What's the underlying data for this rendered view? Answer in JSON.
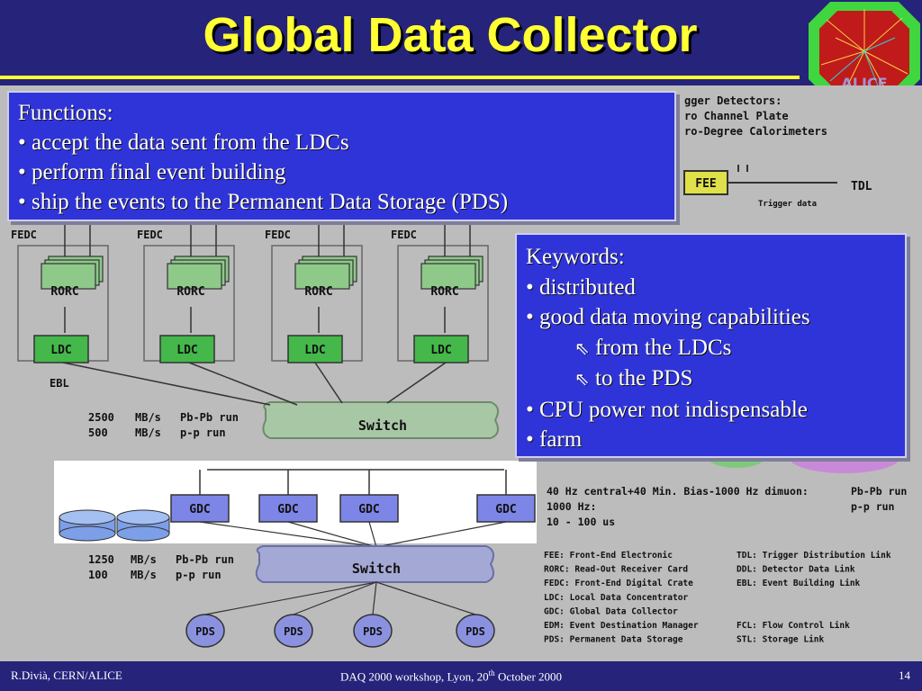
{
  "slide": {
    "title": "Global Data Collector",
    "footer_left": "R.Divià, CERN/ALICE",
    "footer_center_prefix": "DAQ 2000 workshop, Lyon, 20",
    "footer_center_sup": "th",
    "footer_center_suffix": " October 2000",
    "page_number": "14"
  },
  "logo": {
    "text": "ALICE",
    "icon": "alice-logo-icon"
  },
  "functions_box": {
    "heading": "Functions:",
    "bullets": [
      "• accept the data sent from the LDCs",
      "• perform final event building",
      "• ship the events to the Permanent Data Storage (PDS)"
    ]
  },
  "keywords_box": {
    "heading": "Keywords:",
    "lines": [
      "• distributed",
      "• good data moving capabilities",
      "from the LDCs",
      "to the PDS",
      "• CPU power not indispensable",
      "• farm"
    ],
    "sub_icon": "arrow-up-left-icon"
  },
  "diagram": {
    "trigger_lines": [
      "gger Detectors:",
      "ro Channel Plate",
      "ro-Degree Calorimeters"
    ],
    "fee": "FEE",
    "tdl": "TDL",
    "trigger_data": "Trigger data",
    "fedc": "FEDC",
    "rorc": "RORC",
    "ldc": "LDC",
    "ebl": "EBL",
    "rates1": [
      "2500",
      "MB/s",
      "Pb-Pb run",
      "500",
      "MB/s",
      "p-p run"
    ],
    "switch": "Switch",
    "gdc": "GDC",
    "rates2": [
      "1250",
      "MB/s",
      "Pb-Pb run",
      "100",
      "MB/s",
      "p-p run"
    ],
    "pds": "PDS",
    "note": [
      "40 Hz central+40 Min. Bias-1000 Hz dimuon:",
      "Pb-Pb run",
      "1000 Hz:",
      "p-p run",
      "10 -  100 us"
    ],
    "legend_left": [
      "FEE: Front-End Electronic",
      "RORC: Read-Out Receiver Card",
      "FEDC: Front-End Digital Crate",
      "LDC: Local Data Concentrator",
      "GDC: Global Data Collector",
      "EDM: Event Destination Manager",
      "PDS: Permanent Data Storage"
    ],
    "legend_right": [
      "TDL: Trigger Distribution Link",
      "DDL: Detector Data Link",
      "EBL: Event Building Link",
      "",
      "",
      "FCL: Flow Control Link",
      "STL: Storage Link"
    ]
  },
  "colors": {
    "background": "#25237a",
    "title": "#ffff33",
    "box": "#2f34d8",
    "ldc": "#44b84a",
    "rorc": "#8ec98a",
    "gdc": "#7d86e6",
    "switch1": "#a8c7a5",
    "switch2": "#a4a8d4",
    "pds": "#8a92e0",
    "fee": "#e0e04a"
  }
}
